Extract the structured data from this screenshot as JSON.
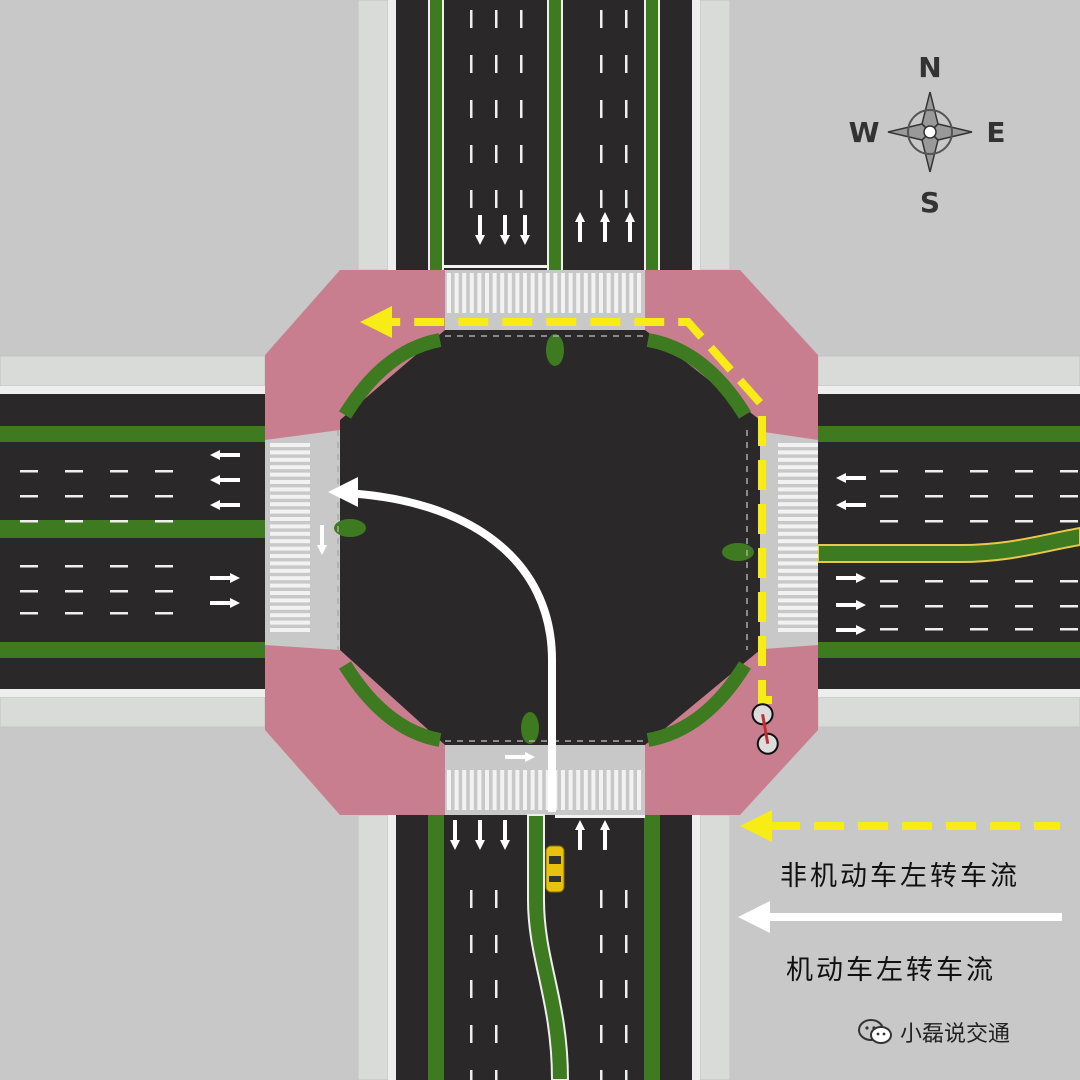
{
  "compass": {
    "north": "N",
    "south": "S",
    "east": "E",
    "west": "W"
  },
  "legend": {
    "nonmotor_left_turn": "非机动车左转车流",
    "motor_left_turn": "机动车左转车流"
  },
  "watermark": {
    "text": "小磊说交通"
  },
  "colors": {
    "background": "#c8c8c8",
    "sidewalk": "#d7d9d7",
    "road": "#2a2828",
    "median_green": "#3e7a1f",
    "curb_white": "#f1f1f1",
    "corner_pink": "#c97e8f",
    "nonmotor_path": "#f7ec16",
    "motor_path": "#ffffff",
    "vehicle": "#e8c20d"
  }
}
